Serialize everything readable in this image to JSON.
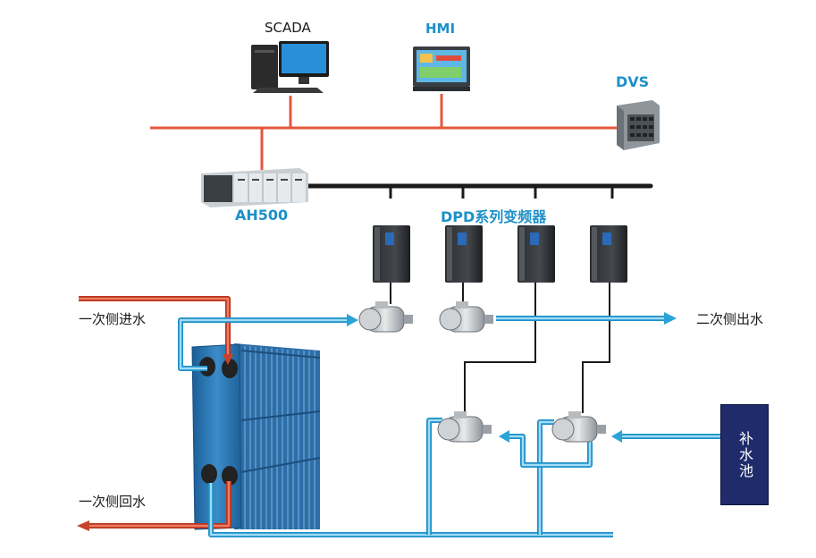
{
  "devices": {
    "scada": "SCADA",
    "hmi": "HMI",
    "dvs": "DVS",
    "plc": "AH500",
    "drives": "DPD系列变频器"
  },
  "water": {
    "primary_in": "一次侧进水",
    "primary_return": "一次侧回水",
    "secondary_out": "二次侧出水",
    "makeup_tank": "补水池"
  },
  "colors": {
    "ethernet_line": "#e4573d",
    "bus_line": "#1a1a1a",
    "hot_pipe": "#d84a32",
    "cold_pipe": "#3fb3e6",
    "heat_exchanger": "#2a6fa8",
    "tank": "#1f2b6b",
    "label_accent": "#1e90c8"
  }
}
